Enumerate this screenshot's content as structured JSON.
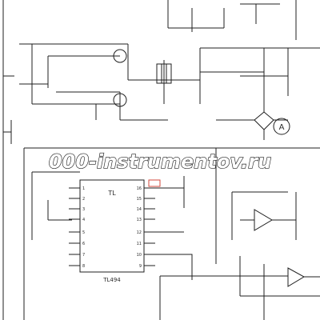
{
  "watermark": "000-instrumentov.ru",
  "labels": {
    "ic_main": "TL494",
    "ic_small": "TL",
    "ammeter": "A",
    "ic_pins_left": [
      "1",
      "2",
      "3",
      "4",
      "5",
      "6",
      "7",
      "8"
    ],
    "ic_pins_right": [
      "16",
      "15",
      "14",
      "13",
      "12",
      "11",
      "10",
      "9"
    ]
  },
  "colors": {
    "line": "#1f1f1f",
    "background": "#ffffff",
    "accent": "#d24a3c"
  }
}
